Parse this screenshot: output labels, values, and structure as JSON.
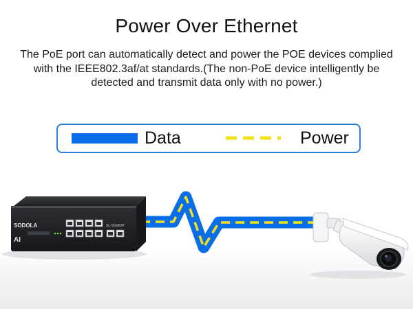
{
  "heading": "Power Over Ethernet",
  "description": "The PoE port can automatically detect and power the POE devices complied with the IEEE802.3af/at standards.(The non-PoE device intelligently be detected and transmit data only with no power.)",
  "legend": {
    "data_label": "Data",
    "power_label": "Power"
  },
  "switch": {
    "brand": "SODOLA",
    "model": "SL-SG062P",
    "ai_badge": "AI"
  },
  "colors": {
    "data": "#0a6ee8",
    "power": "#f2e21c",
    "legend_border": "#2b7fd6"
  }
}
